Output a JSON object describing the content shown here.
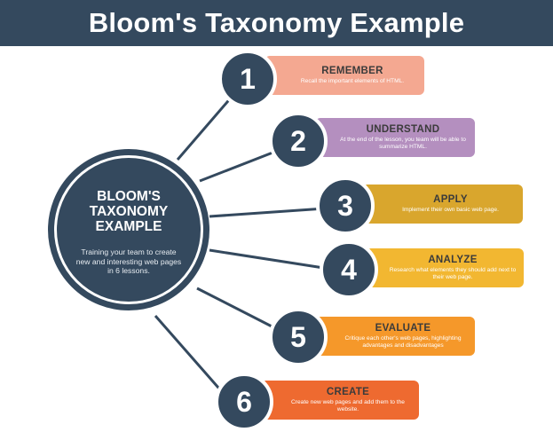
{
  "header": {
    "title": "Bloom's Taxonomy Example"
  },
  "hub": {
    "title": "BLOOM'S\nTAXONOMY\nEXAMPLE",
    "description": "Training your team to create new and interesting web pages in 6 lessons."
  },
  "colors": {
    "dark_navy": "#34495e",
    "remember": "#f4a891",
    "understand": "#b48fbf",
    "apply": "#d9a62d",
    "analyze": "#f2b731",
    "evaluate": "#f5982a",
    "create": "#ee6a30"
  },
  "steps": [
    {
      "number": "1",
      "title": "REMEMBER",
      "description": "Recall the important elements of HTML."
    },
    {
      "number": "2",
      "title": "UNDERSTAND",
      "description": "At the end of the lesson, you team will be able to summarize HTML."
    },
    {
      "number": "3",
      "title": "APPLY",
      "description": "Implement their own basic web page."
    },
    {
      "number": "4",
      "title": "ANALYZE",
      "description": "Research what elements they should add next to their web page."
    },
    {
      "number": "5",
      "title": "EVALUATE",
      "description": "Critique each other's web pages, highlighting advantages and disadvantages"
    },
    {
      "number": "6",
      "title": "CREATE",
      "description": "Create new web pages and add them to the website."
    }
  ]
}
